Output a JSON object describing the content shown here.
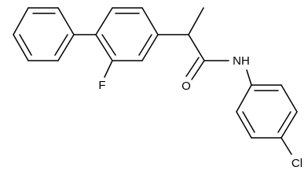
{
  "molecule": {
    "atom_labels": {
      "fluorine": "F",
      "oxygen": "O",
      "amide_nitrogen": "NH",
      "chlorine": "Cl"
    }
  }
}
